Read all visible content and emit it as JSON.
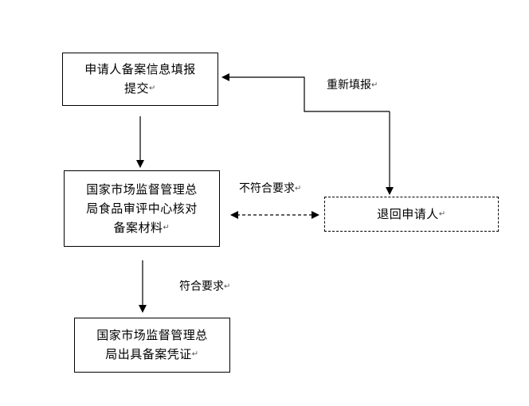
{
  "boxes": {
    "submit": {
      "line1": "申请人备案信息填报",
      "line2": "提交"
    },
    "review": {
      "line1": "国家市场监督管理总",
      "line2": "局食品审评中心核对",
      "line3": "备案材料"
    },
    "certificate": {
      "line1": "国家市场监督管理总",
      "line2": "局出具备案凭证"
    },
    "return": {
      "line1": "退回申请人"
    }
  },
  "labels": {
    "resubmit": "重新填报",
    "not_compliant": "不符合要求",
    "compliant": "符合要求"
  },
  "paragraph_mark": "↵"
}
